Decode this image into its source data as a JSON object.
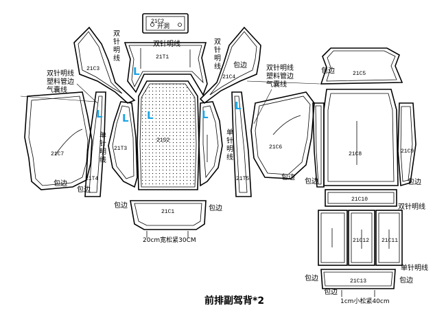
{
  "title": "前排副驾背*2",
  "colors": {
    "mark": "#19a4e6",
    "line": "#000000"
  },
  "pieces": {
    "c2": "21C2",
    "t1": "21T1",
    "c3": "21C3",
    "c4": "21C4",
    "c5": "21C5",
    "c7": "21C7",
    "t4": "21T4",
    "t3": "21T3",
    "s2": "21S2",
    "t5": "21T5",
    "c6": "21C6",
    "c8": "21C8",
    "c9": "21C9",
    "c1": "21C1",
    "c10": "21C10",
    "c12": "21C12",
    "c11": "21C11",
    "c13": "21C13"
  },
  "marks": {
    "l": "L"
  },
  "notes": {
    "kaidong": "开洞",
    "shuangzhen_top": "双针明线",
    "shuangzhen_v1": [
      "双",
      "针",
      "明",
      "线"
    ],
    "shuangzhen_v2": [
      "双",
      "针",
      "明",
      "线"
    ],
    "left_note": [
      "双针明线",
      "塑料管边",
      "气囊线"
    ],
    "right_note": [
      "双针明线",
      "塑料管边",
      "气囊线"
    ],
    "danzhen_v1": [
      "单",
      "针",
      "明",
      "线"
    ],
    "danzhen_v2": [
      "单",
      "针",
      "明",
      "线"
    ],
    "baobian": "包边",
    "elastic_c1": "20cm宽松紧30CM",
    "shuangzhen_c10": "双针明线",
    "danzhen_c13": "单针明线",
    "elastic_c13": "1cm小松紧40cm"
  }
}
